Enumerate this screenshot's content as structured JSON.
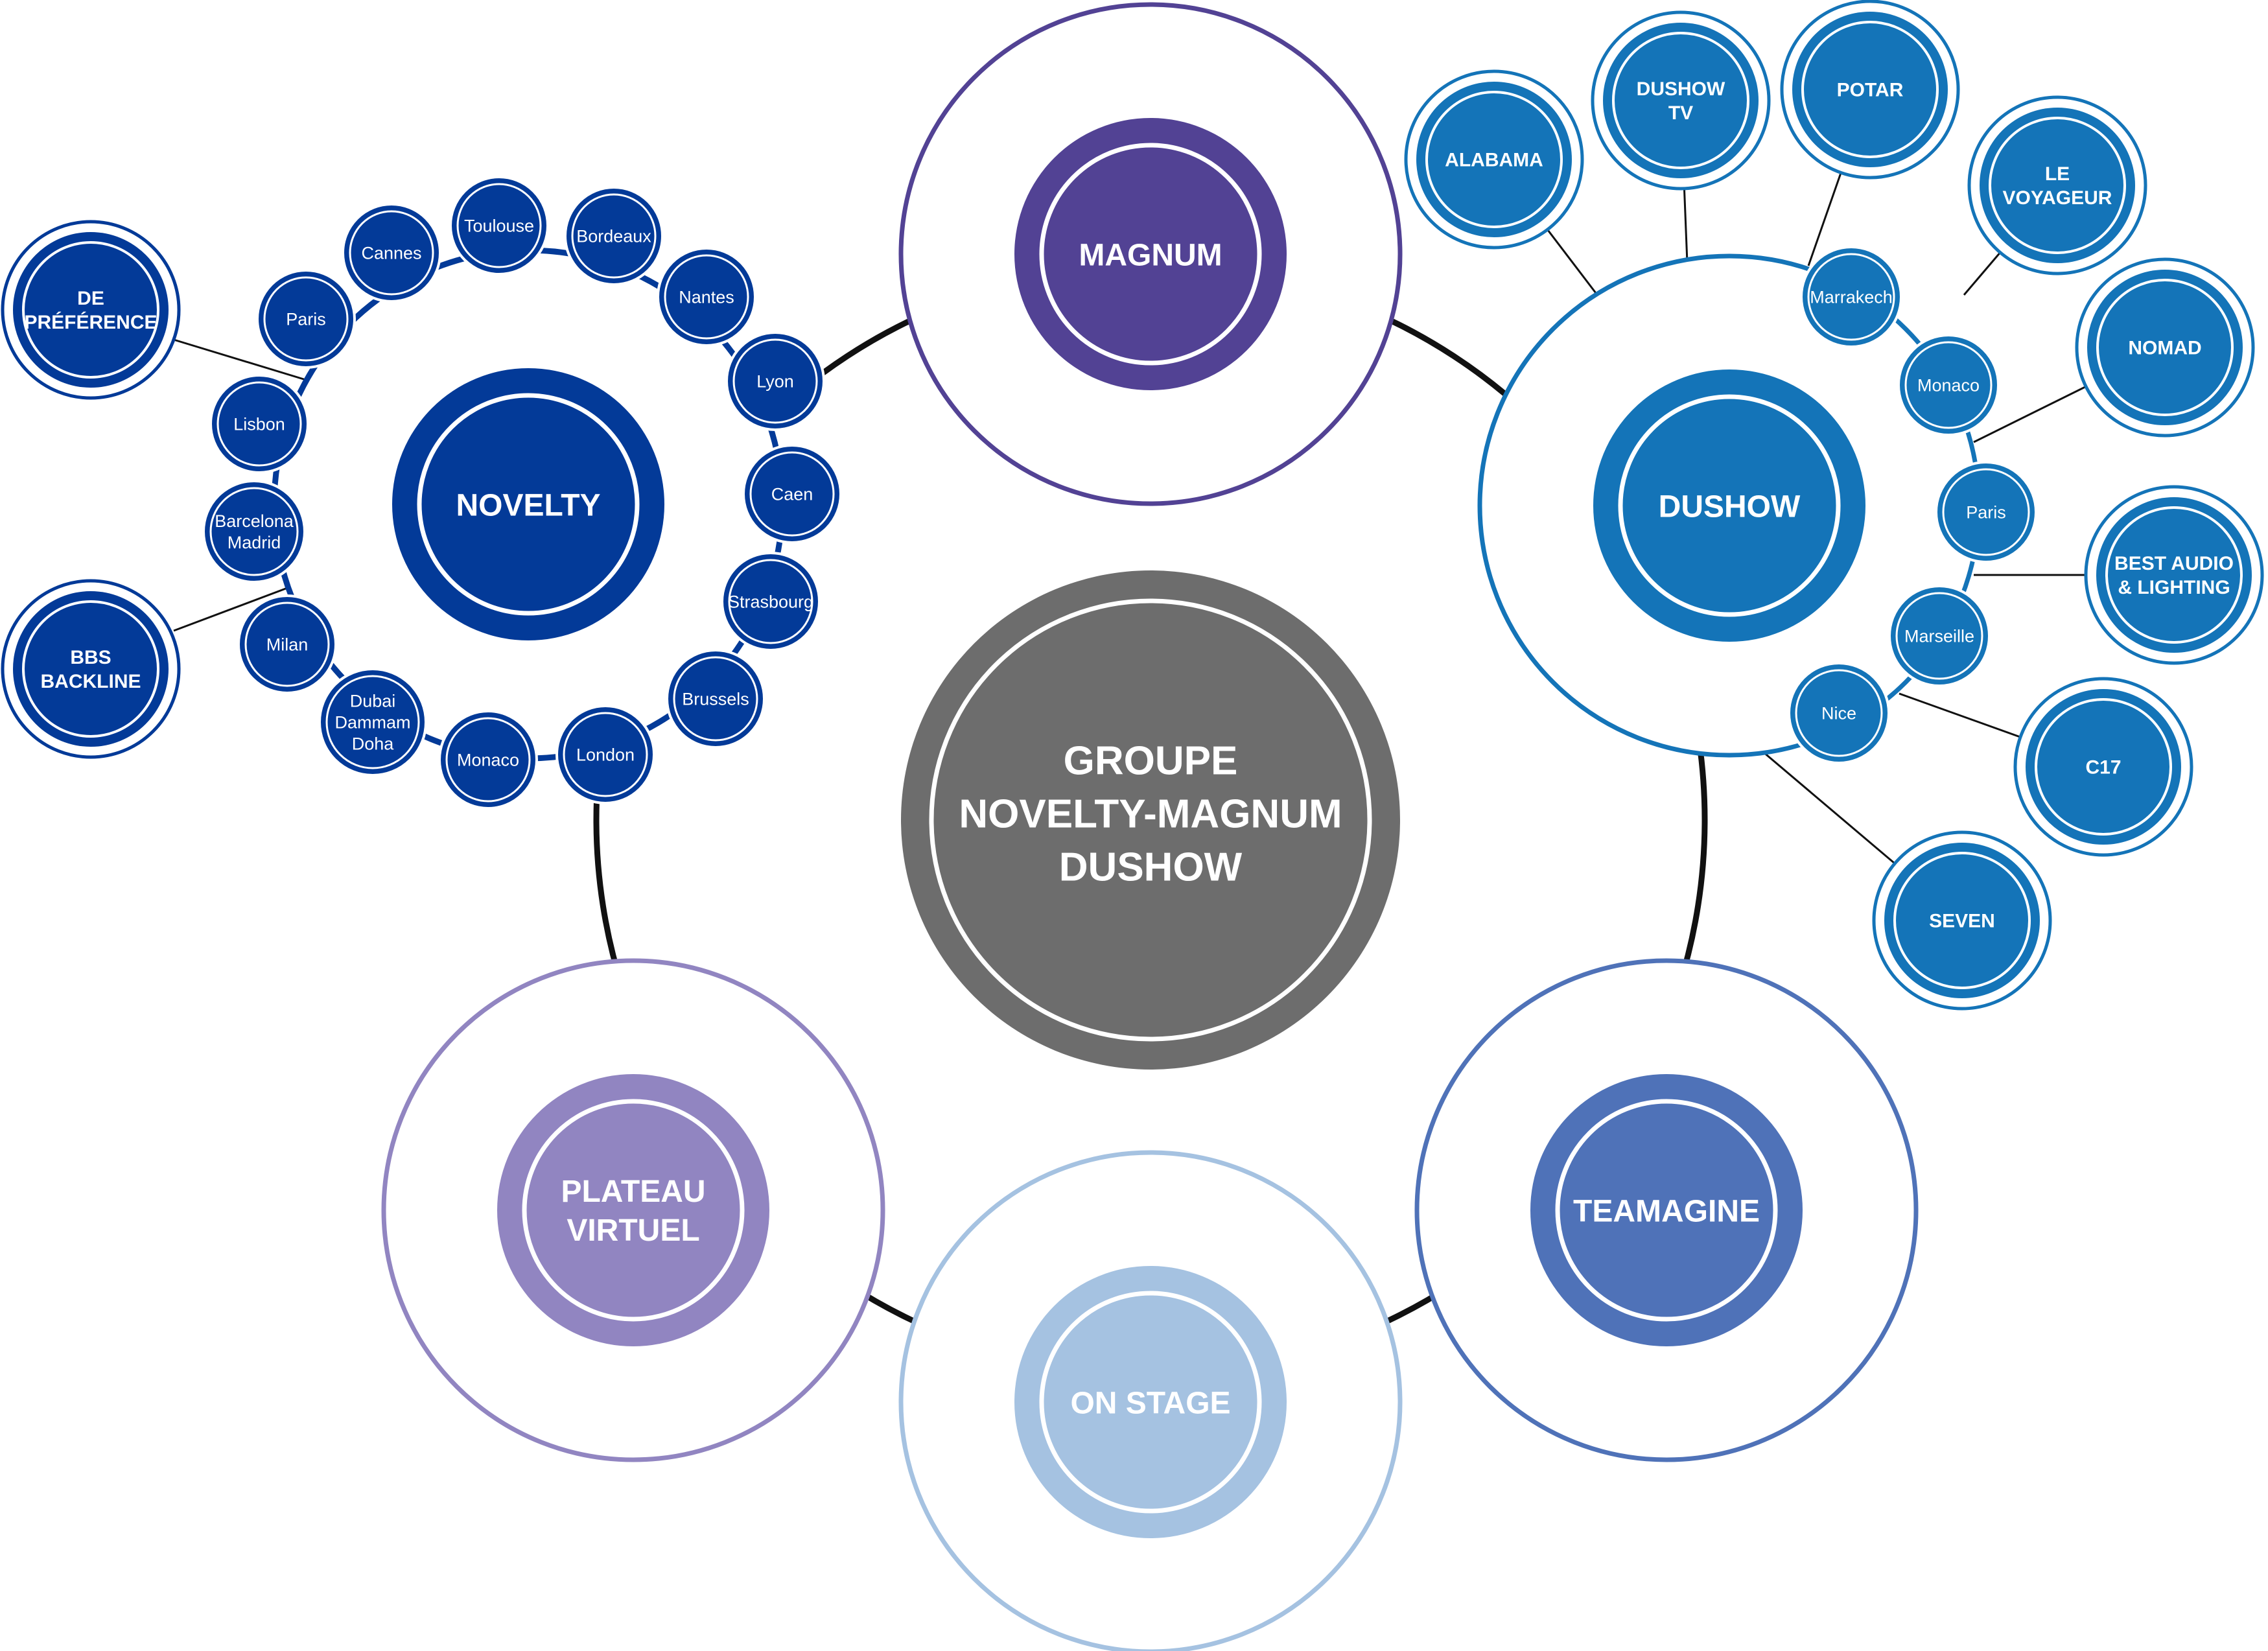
{
  "center": {
    "lines": [
      "GROUPE",
      "NOVELTY-MAGNUM",
      "DUSHOW"
    ]
  },
  "companies": {
    "magnum": {
      "label": "MAGNUM",
      "color": "#524294"
    },
    "novelty": {
      "label": "NOVELTY",
      "color": "#033a98"
    },
    "dushow": {
      "label": "DUSHOW",
      "color": "#1474b8"
    },
    "teamagine": {
      "label": "TEAMAGINE",
      "color": "#4f72b8"
    },
    "on_stage": {
      "label": "ON STAGE",
      "color": "#a5c2e1"
    },
    "plateau_virtuel": {
      "lines": [
        "PLATEAU",
        "VIRTUEL"
      ],
      "color": "#9185c1"
    }
  },
  "center_color": "#6d6d6d",
  "novelty_cities": [
    [
      "Paris"
    ],
    [
      "Cannes"
    ],
    [
      "Toulouse"
    ],
    [
      "Bordeaux"
    ],
    [
      "Nantes"
    ],
    [
      "Lyon"
    ],
    [
      "Caen"
    ],
    [
      "Strasbourg"
    ],
    [
      "Brussels"
    ],
    [
      "London"
    ],
    [
      "Monaco"
    ],
    [
      "Dubai",
      "Dammam",
      "Doha"
    ],
    [
      "Milan"
    ],
    [
      "Barcelona",
      "Madrid"
    ],
    [
      "Lisbon"
    ]
  ],
  "novelty_brands": [
    {
      "lines": [
        "DE",
        "PRÉFÉRENCE"
      ]
    },
    {
      "lines": [
        "BBS",
        "BACKLINE"
      ]
    }
  ],
  "dushow_cities": [
    [
      "Marrakech"
    ],
    [
      "Monaco"
    ],
    [
      "Paris"
    ],
    [
      "Marseille"
    ],
    [
      "Nice"
    ]
  ],
  "dushow_brands": [
    {
      "lines": [
        "ALABAMA"
      ]
    },
    {
      "lines": [
        "DUSHOW",
        "TV"
      ]
    },
    {
      "lines": [
        "POTAR"
      ]
    },
    {
      "lines": [
        "LE",
        "VOYAGEUR"
      ]
    },
    {
      "lines": [
        "NOMAD"
      ]
    },
    {
      "lines": [
        "BEST AUDIO",
        "& LIGHTING"
      ]
    },
    {
      "lines": [
        "C17"
      ]
    },
    {
      "lines": [
        "SEVEN"
      ]
    }
  ]
}
